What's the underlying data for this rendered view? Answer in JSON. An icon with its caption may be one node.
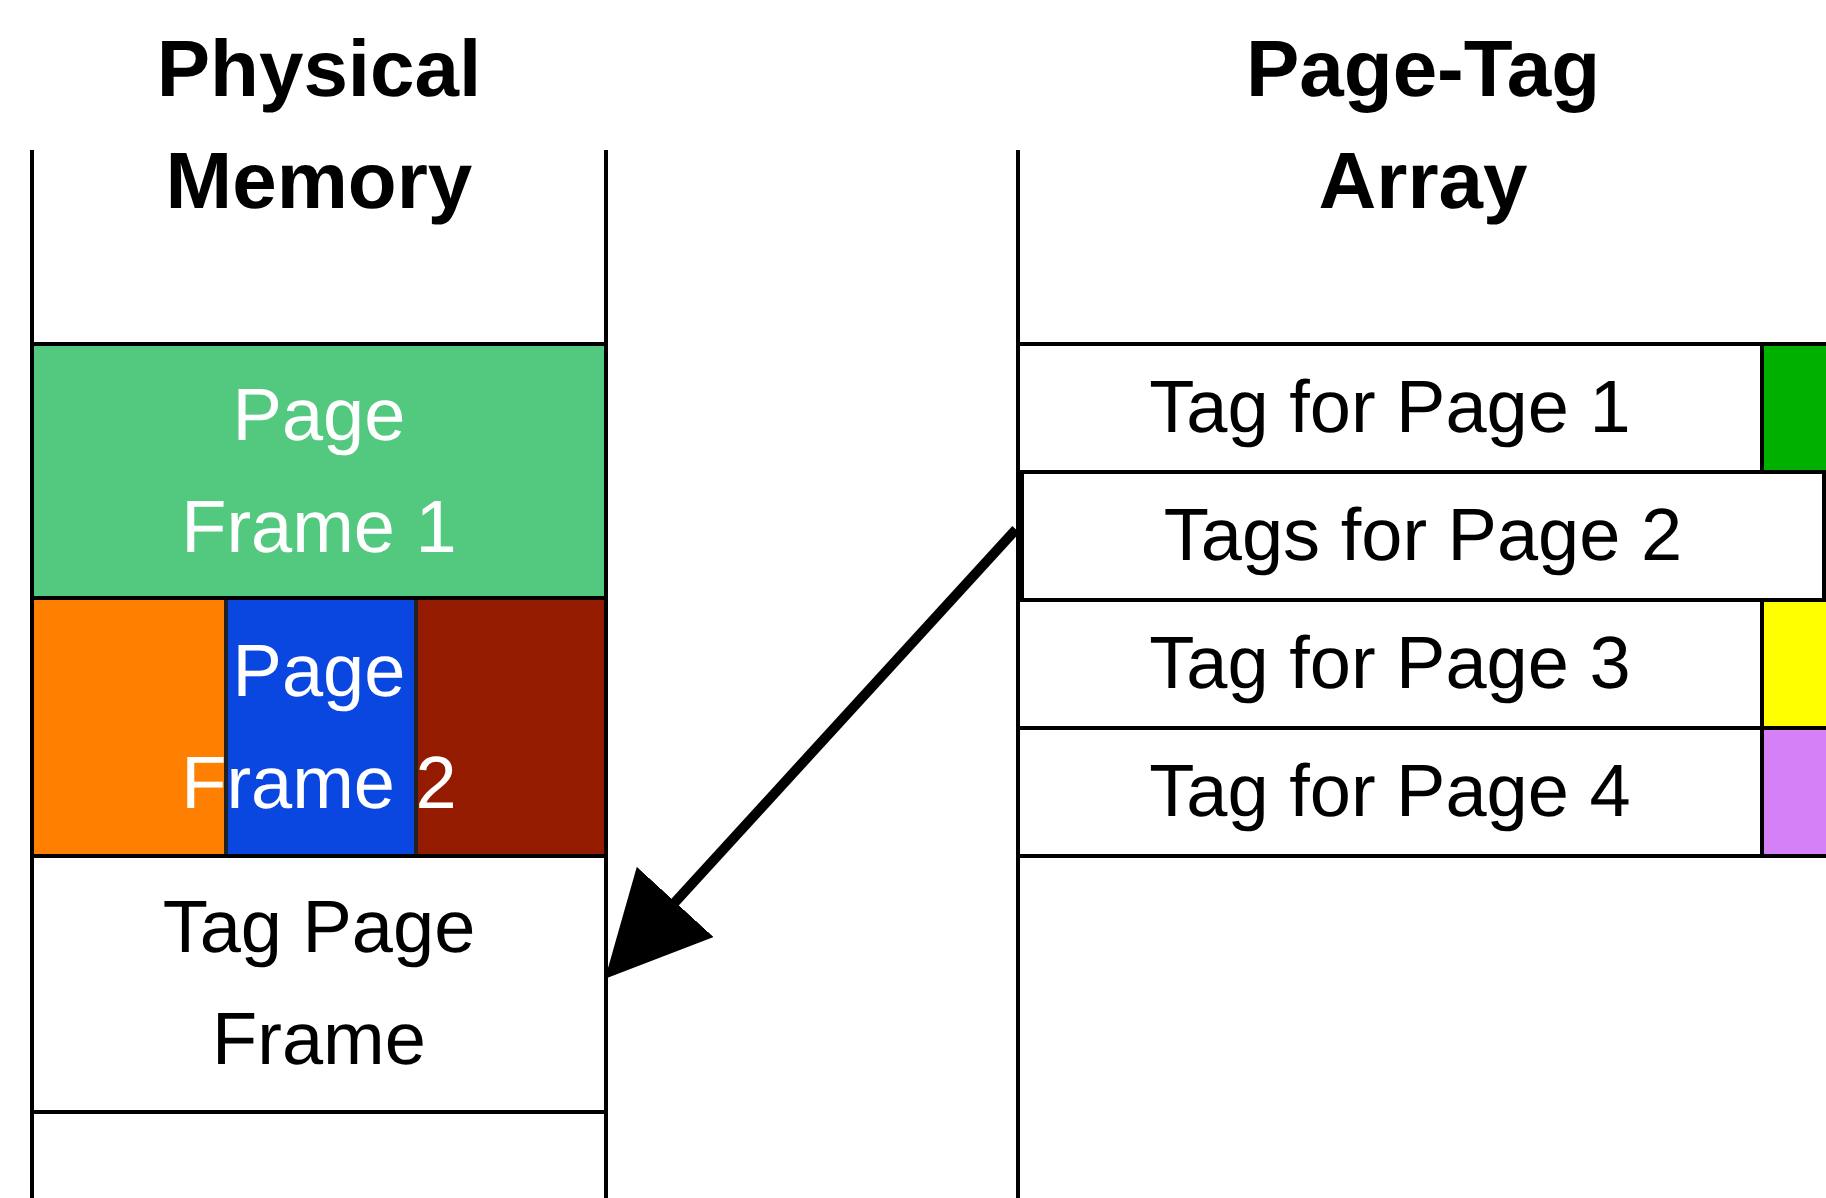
{
  "diagram": {
    "nodes": [
      {
        "text": [
          "Physical Memory"
        ]
      },
      {
        "text": [
          "Page Frame 1"
        ],
        "in": 0
      },
      {
        "text": [
          "Page Frame 2"
        ],
        "in": 0
      },
      {
        "text": [
          "Tag Page Frame"
        ],
        "in": 0
      },
      {
        "text": [
          "Page-Tag Array"
        ]
      },
      {
        "text": [
          "Tag for Page 1"
        ],
        "in": 4
      },
      {
        "text": [
          "Tags for Page 2"
        ],
        "in": 4
      },
      {
        "text": [
          "Tag for Page 3"
        ],
        "in": 4
      },
      {
        "text": [
          "Tag for Page 4"
        ],
        "in": 4
      }
    ],
    "edges": [
      {
        "from": 6,
        "to": 3,
        "arrow": "to"
      }
    ]
  }
}
